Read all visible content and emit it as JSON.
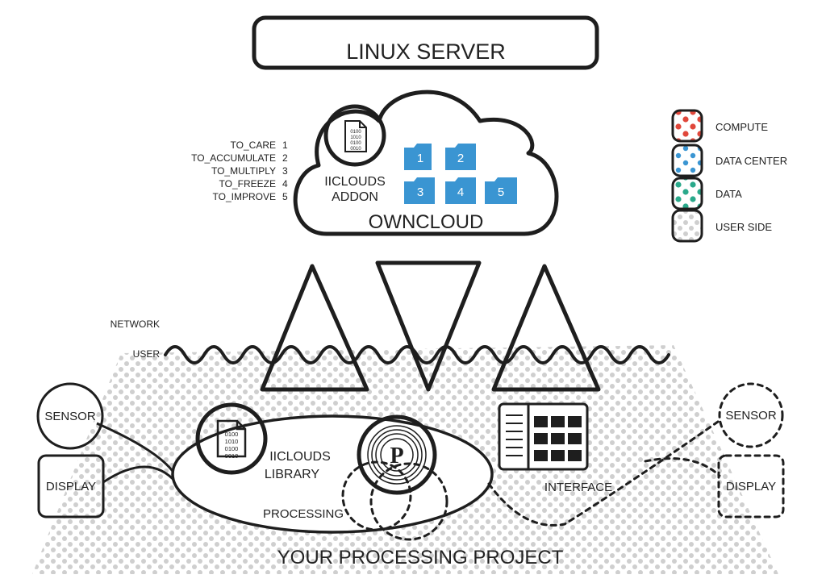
{
  "server": {
    "title": "LINUX SERVER"
  },
  "cloud": {
    "name": "OWNCLOUD",
    "addon_line1": "IICLOUDS",
    "addon_line2": "ADDON",
    "binary_lines": [
      "0100",
      "1010",
      "0100",
      "0010"
    ],
    "folders": [
      "1",
      "2",
      "3",
      "4",
      "5"
    ]
  },
  "actions": [
    {
      "label": "TO_CARE",
      "num": "1"
    },
    {
      "label": "TO_ACCUMULATE",
      "num": "2"
    },
    {
      "label": "TO_MULTIPLY",
      "num": "3"
    },
    {
      "label": "TO_FREEZE",
      "num": "4"
    },
    {
      "label": "TO_IMPROVE",
      "num": "5"
    }
  ],
  "legend": [
    {
      "label": "COMPUTE",
      "color": "#e0473b"
    },
    {
      "label": "DATA CENTER",
      "color": "#3a95d2"
    },
    {
      "label": "DATA",
      "color": "#2aa98b"
    },
    {
      "label": "USER SIDE",
      "color": "#cccccc"
    }
  ],
  "layers": {
    "network": "NETWORK",
    "user": "USER"
  },
  "nodes": {
    "sensor_left": "SENSOR",
    "display_left": "DISPLAY",
    "sensor_right": "SENSOR",
    "display_right": "DISPLAY",
    "library_line1": "IICLOUDS",
    "library_line2": "LIBRARY",
    "processing": "PROCESSING",
    "interface": "INTERFACE",
    "processing_logo": "P"
  },
  "project_title": "YOUR PROCESSING PROJECT",
  "colors": {
    "compute": "#e0473b",
    "datacenter": "#3a95d2",
    "data": "#2aa98b",
    "userside": "#cccccc",
    "folder": "#3a95d2"
  }
}
